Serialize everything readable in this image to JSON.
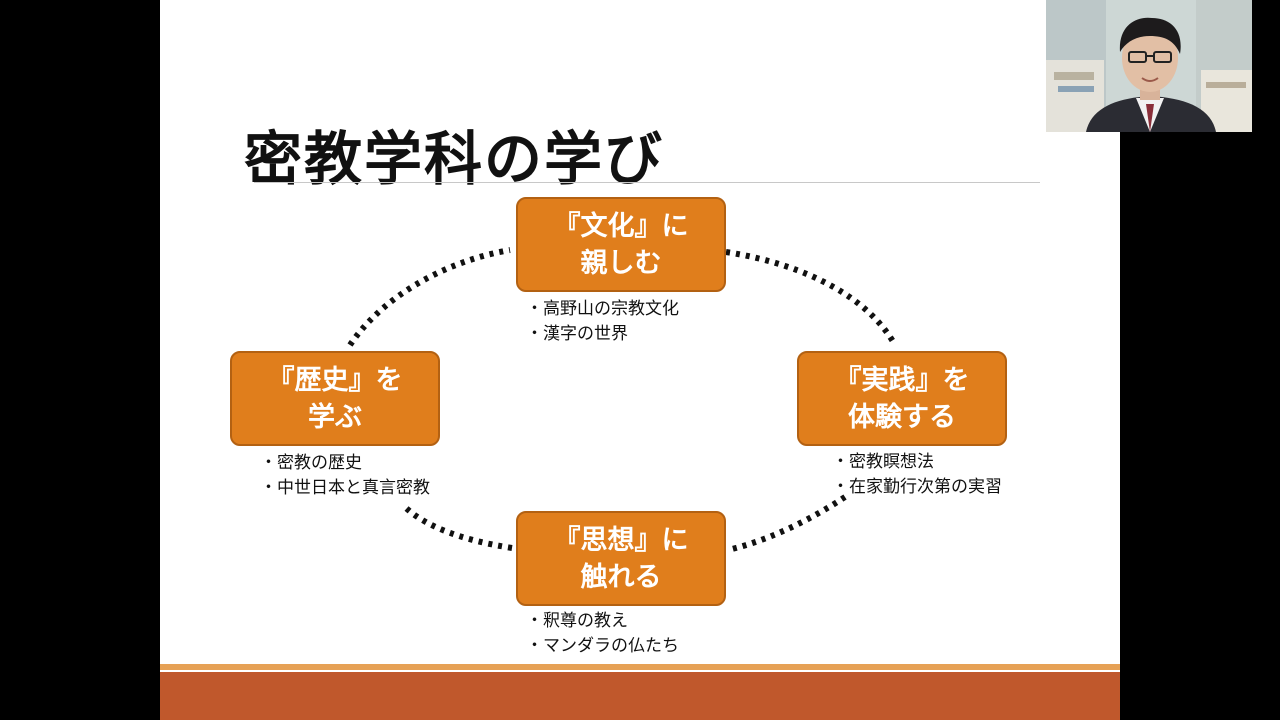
{
  "slide": {
    "title": "密教学科の学び",
    "topics": [
      {
        "id": "culture",
        "line1": "『文化』に",
        "line2": "親しむ",
        "items": [
          "・高野山の宗教文化",
          "・漢字の世界"
        ]
      },
      {
        "id": "history",
        "line1": "『歴史』を",
        "line2": "学ぶ",
        "items": [
          "・密教の歴史",
          "・中世日本と真言密教"
        ]
      },
      {
        "id": "practice",
        "line1": "『実践』を",
        "line2": "体験する",
        "items": [
          "・密教瞑想法",
          "・在家勤行次第の実習"
        ]
      },
      {
        "id": "thought",
        "line1": "『思想』に",
        "line2": "触れる",
        "items": [
          "・釈尊の教え",
          "・マンダラの仏たち"
        ]
      }
    ]
  },
  "colors": {
    "topic_fill": "#e07e1c",
    "topic_border": "#b36112",
    "footer_band": "#c0582c",
    "footer_accent": "#e6a155"
  }
}
